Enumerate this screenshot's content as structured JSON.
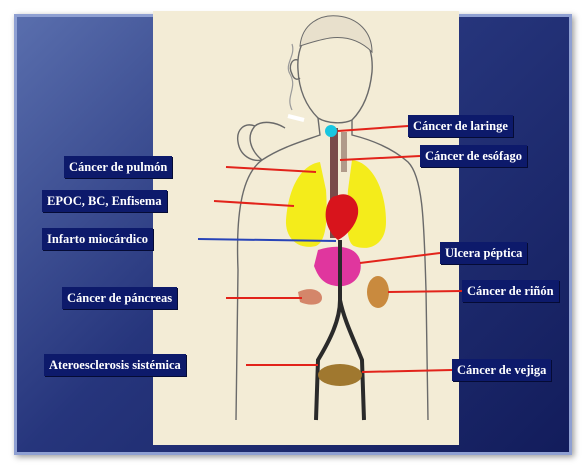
{
  "labels": {
    "laringe": "Cáncer de laringe",
    "esofago": "Cáncer de esófago",
    "pulmon": "Cáncer de pulmón",
    "epoc": "EPOC, BC, Enfisema",
    "infarto": "Infarto miocárdico",
    "ulcera": "Ulcera péptica",
    "pancreas": "Cáncer de páncreas",
    "rinon": "Cáncer de riñón",
    "aterosclerosis": "Ateroesclerosis sistémica",
    "vejiga": "Cáncer de vejiga"
  },
  "colors": {
    "frame": "#26357c",
    "label_bg": "#0d1a6b",
    "label_text": "#ffffff",
    "arrow": "#e2231a",
    "lungs": "#f4ec1b",
    "heart": "#d8141c",
    "stomach": "#e0369e",
    "larynx": "#18c6e0",
    "pancreas": "#d4866a",
    "kidney": "#c98a3e",
    "bladder": "#a0782f",
    "vessels": "#2a2a2a"
  }
}
